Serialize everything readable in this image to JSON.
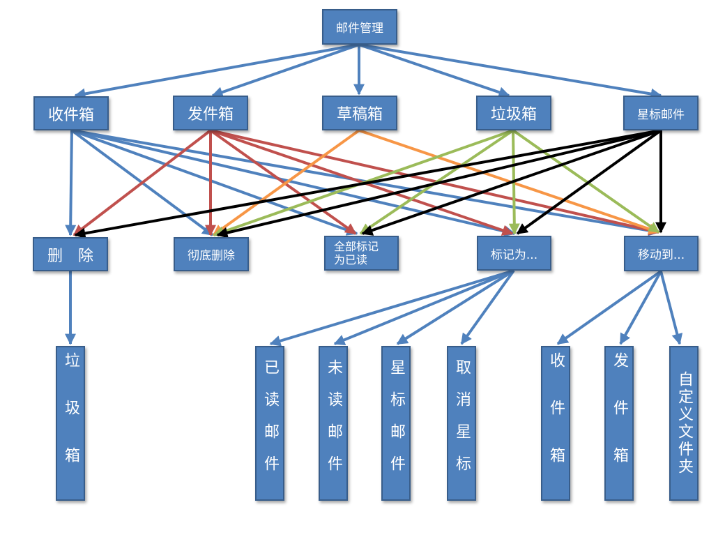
{
  "root": {
    "label": "邮件管理"
  },
  "folders": {
    "inbox": "收件箱",
    "sent": "发件箱",
    "drafts": "草稿箱",
    "trash": "垃圾箱",
    "starred": "星标邮件"
  },
  "actions": {
    "delete": "删　除",
    "delete_permanently": "彻底删除",
    "mark_all_read": "全部标记为已读",
    "mark_as": "标记为...",
    "move_to": "移动到..."
  },
  "results": {
    "trash_folder": "垃圾箱",
    "read_mail": "已读邮件",
    "unread_mail": "未读邮件",
    "starred_mail": "星标邮件",
    "unstar": "取消星标",
    "inbox": "收件箱",
    "sent": "发件箱",
    "custom_folder": "自定义文件夹"
  },
  "colors": {
    "box_fill": "#4f81bd",
    "box_border": "#385d8a",
    "inbox_edges": "#4f81bd",
    "sent_edges": "#c0504d",
    "drafts_edges": "#f79646",
    "trash_edges": "#9bbb59",
    "starred_edges": "#000000"
  }
}
